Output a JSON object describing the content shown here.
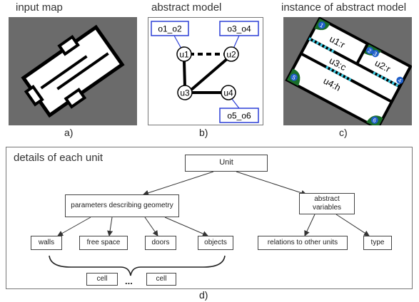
{
  "titles": {
    "input_map": "input map",
    "abstract_model": "abstract model",
    "instance": "instance of abstract model"
  },
  "sub_labels": {
    "a": "a)",
    "b": "b)",
    "c": "c)",
    "d": "d)"
  },
  "abstract_model": {
    "nodes": {
      "u1": "u1",
      "u2": "u2",
      "u3": "u3",
      "u4": "u4"
    },
    "objects": {
      "o1_o2": "o1_o2",
      "o3_o4": "o3_o4",
      "o5_o6": "o5_o6"
    }
  },
  "instance": {
    "units": {
      "u1": "u1:r",
      "u2": "u2:r",
      "u3": "u3:c",
      "u4": "u4:h"
    },
    "markers": [
      "1",
      "2",
      "3",
      "4",
      "5",
      "6"
    ],
    "colors": {
      "object_fill": "#1a6e2a",
      "marker_fill": "#1f5fc9",
      "door_dots": "#35c8e0",
      "map_bg": "#6b6b6b"
    }
  },
  "details": {
    "title": "details of each unit",
    "unit": "Unit",
    "params": "parameters describing geometry",
    "abstract_vars": "abstract variables",
    "walls": "walls",
    "free_space": "free space",
    "doors": "doors",
    "objects": "objects",
    "relations": "relations to other units",
    "type": "type",
    "cell1": "cell",
    "cell2": "cell",
    "ellipsis": "..."
  }
}
